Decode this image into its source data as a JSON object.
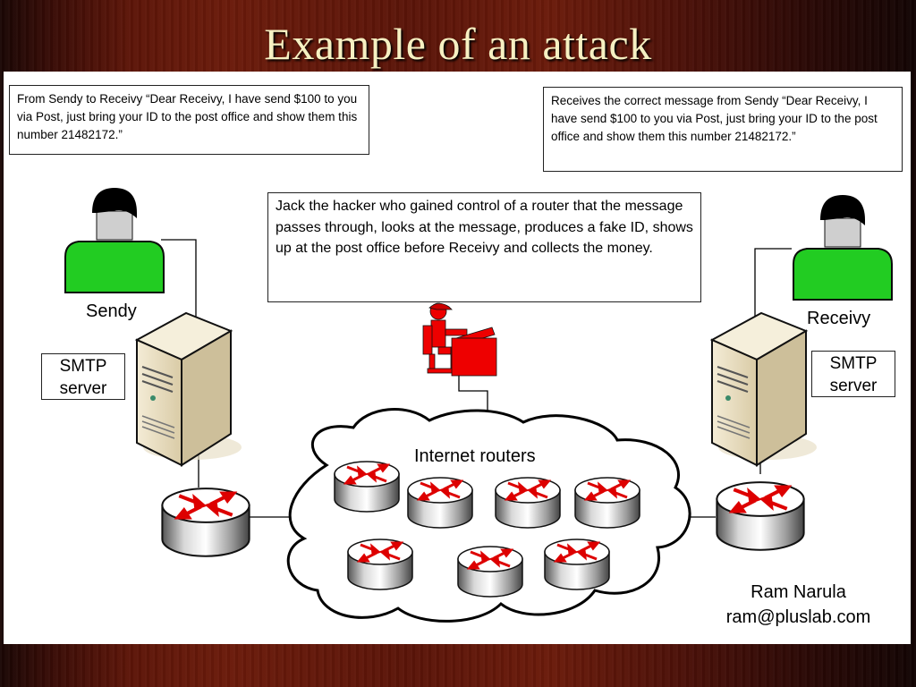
{
  "slide": {
    "title": "Example of an attack"
  },
  "messages": {
    "sendy_message": "From Sendy to Receivy “Dear Receivy, I have send $100 to you via Post, just bring your ID to the post office and show them this number 21482172.”",
    "receivy_message": "Receives the correct message from Sendy  “Dear Receivy, I have send $100 to you via Post, just bring your ID to the post office and show them this number 21482172.”",
    "hacker_message": "Jack the hacker who gained control of a router that the message passes through, looks at the message, produces a fake ID, shows up at the post office before Receivy and collects the money."
  },
  "people": {
    "sender_name": "Sendy",
    "receiver_name": "Receivy"
  },
  "servers": {
    "left_label_line1": "SMTP",
    "left_label_line2": "server",
    "right_label_line1": "SMTP",
    "right_label_line2": "server"
  },
  "network": {
    "cloud_label": "Internet routers",
    "router_count_in_cloud": 7
  },
  "credit": {
    "author": "Ram Narula",
    "email": "ram@pluslab.com"
  },
  "colors": {
    "title_text": "#f6f0c2",
    "person_shirt": "#22cc22",
    "person_hair": "#000000",
    "hacker": "#ee0000",
    "router_arrows": "#dd0000",
    "server_body": "#e8dcc0"
  },
  "icons": [
    "person-icon",
    "server-icon",
    "router-icon",
    "hacker-icon",
    "cloud-icon"
  ]
}
